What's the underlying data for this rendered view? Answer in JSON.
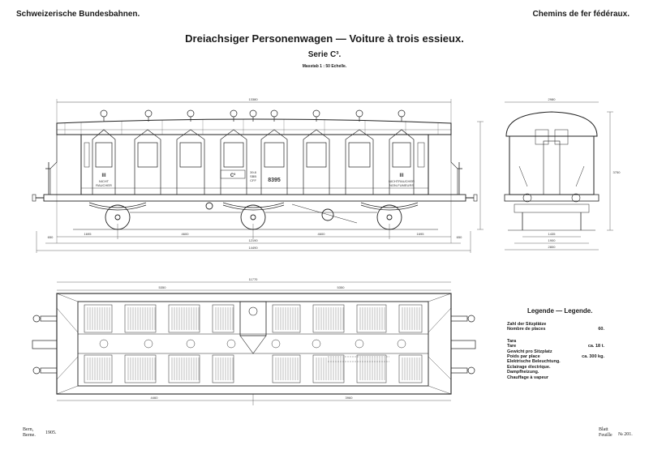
{
  "header": {
    "left": "Schweizerische Bundesbahnen.",
    "right": "Chemins de fer fédéraux."
  },
  "title": {
    "main": "Dreiachsiger Personenwagen — Voiture à trois essieux.",
    "series": "Serie C³.",
    "scale": "Masstab 1 : 50 Echelle."
  },
  "car": {
    "class_mark": "III",
    "class_code": "C³",
    "number": "8395",
    "code_lines": [
      "39.8",
      "SBB",
      "CFF"
    ],
    "left_panel": [
      "NICHT",
      "RAUCHER"
    ],
    "right_panel": [
      "NICHTRAUCHER",
      "NON-FUMEURS"
    ]
  },
  "dimensions": {
    "side_overall_top": "13380",
    "wheelbase_left": "4600",
    "wheelbase_right": "4600",
    "axle_left": "1695",
    "axle_right": "1695",
    "overhang_left": "650",
    "overhang_right": "650",
    "length_body": "12190",
    "length_buffers": "14490",
    "end_width_top": "2980",
    "end_height": "3750",
    "end_track": "1435",
    "end_bottom_a": "1900",
    "end_bottom_b": "2800",
    "plan_top": "11770",
    "plan_left": "5350",
    "plan_right": "5350",
    "plan_bottom_left": "4460",
    "plan_bottom_right": "3960"
  },
  "legend": {
    "title": "Legende — Legende.",
    "rows": [
      {
        "label_de": "Zahl der Sitzplätze",
        "label_fr": "Nombre de places",
        "value": "60."
      },
      {
        "label_de": "Tara",
        "label_fr": "Tare",
        "value": "ca. 18 t."
      },
      {
        "label_de": "Gewicht pro Sitzplatz",
        "label_fr": "Poids par place",
        "value": "ca. 300 kg."
      },
      {
        "label_de": "Elektrische Beleuchtung.",
        "label_fr": "Eclairage électrique.",
        "value": ""
      },
      {
        "label_de": "Dampfheizung.",
        "label_fr": "Chauffage à vapeur",
        "value": ""
      }
    ]
  },
  "footer": {
    "city_de": "Bern,",
    "city_fr": "Berne.",
    "year": "1905.",
    "sheet_de": "Blatt",
    "sheet_fr": "Feuille",
    "sheet_no": "№ 201."
  }
}
